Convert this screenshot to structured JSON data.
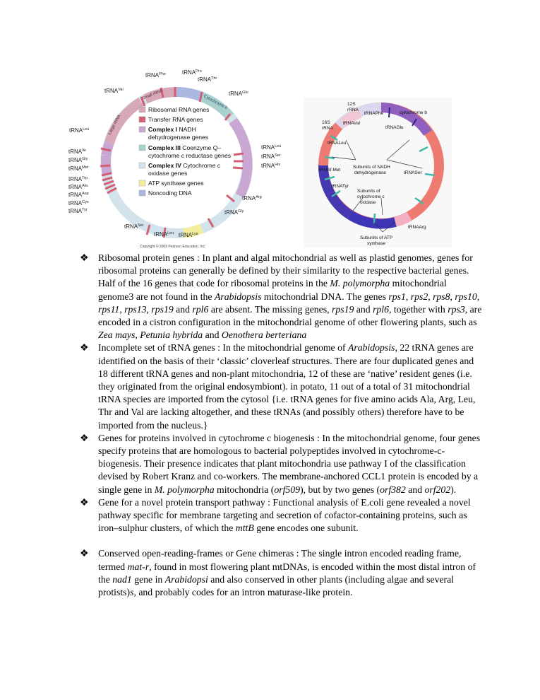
{
  "figure_left": {
    "trna_labels": [
      "tRNA",
      "tRNA",
      "tRNA",
      "tRNA",
      "tRNA",
      "tRNA",
      "tRNA",
      "tRNA",
      "tRNA",
      "tRNA",
      "tRNA",
      "tRNA",
      "tRNA",
      "tRNA",
      "tRNA",
      "tRNA",
      "tRNA",
      "tRNA",
      "tRNA",
      "tRNA",
      "tRNA",
      "tRNA"
    ],
    "trna_superscripts": [
      "Phe",
      "Pro",
      "Thr",
      "Val",
      "Glu",
      "Leu",
      "Leu",
      "Ile",
      "Ser",
      "Gly",
      "Met",
      "His",
      "Trp",
      "Ala",
      "Asp",
      "Arg",
      "Cys",
      "Tyr",
      "Gly",
      "Ser",
      "Leu",
      "Lys"
    ],
    "ring_labels": {
      "small": "Small rRNA",
      "large": "Large rRNA",
      "cytb": "Cytochrome b"
    },
    "legend": [
      {
        "swatch": "#d7a8b8",
        "lines": [
          "Ribosomal RNA genes"
        ]
      },
      {
        "swatch": "#d35f72",
        "lines": [
          "Transfer RNA genes"
        ]
      },
      {
        "swatch": "#c9a7d3",
        "bold": "Complex I",
        "lines": [
          " NADH",
          "dehydrogenase genes"
        ]
      },
      {
        "swatch": "#a8d1cd",
        "bold": "Complex III",
        "lines": [
          " Coenzyme Q–",
          "cytochrome c reductase genes"
        ]
      },
      {
        "swatch": "#d3e3ec",
        "bold": "Complex IV",
        "lines": [
          " Cytochrome c",
          "oxidase genes"
        ]
      },
      {
        "swatch": "#f3ee9e",
        "lines": [
          "ATP synthase genes"
        ]
      },
      {
        "swatch": "#aab8e0",
        "lines": [
          "Noncoding DNA"
        ]
      }
    ],
    "copyright": "Copyright © 2009 Pearson Education, Inc."
  },
  "figure_right": {
    "labels": {
      "r12s": "12S",
      "rna_a": "rRNA",
      "r16s": "16S",
      "rna_b": "rRNA",
      "phe": "tRNAPhe",
      "val": "tRNAVal",
      "glu": "tRNAGlu",
      "cytb": "cytochrome b",
      "leu": "tRNALeu",
      "met": "tRNAf-Met",
      "nadh_1": "Subunits of NADH",
      "nadh_2": "dehydrogenase",
      "ser": "tRNASer",
      "tyr": "tRNATyr",
      "cox_1": "Subunits of",
      "cox_2": "cytochrome c",
      "cox_3": "oxidase",
      "arg": "tRNAArg",
      "atp_1": "Subunits of ATP",
      "atp_2": "synthase"
    }
  },
  "bullets": [
    {
      "parts": [
        {
          "t": "Ribosomal protein genes :  In plant and algal mitochondrial as well as plastid genomes, genes for ribosomal proteins can generally be defined by their similarity to the respective bacterial genes. Half of the 16 genes that code for ribosomal proteins in the "
        },
        {
          "t": "M. polymorpha",
          "i": true
        },
        {
          "t": " mitochondrial genome3 are not found in the "
        },
        {
          "t": "Arabidopsis",
          "i": true
        },
        {
          "t": " mitochondrial DNA. The genes "
        },
        {
          "t": "rps1",
          "i": true
        },
        {
          "t": ", "
        },
        {
          "t": "rps2",
          "i": true
        },
        {
          "t": ", "
        },
        {
          "t": "rps8",
          "i": true
        },
        {
          "t": ", "
        },
        {
          "t": "rps10",
          "i": true
        },
        {
          "t": ", "
        },
        {
          "t": "rps11",
          "i": true
        },
        {
          "t": ", "
        },
        {
          "t": "rps13",
          "i": true
        },
        {
          "t": ", "
        },
        {
          "t": "rps19",
          "i": true
        },
        {
          "t": " and "
        },
        {
          "t": "rpl6",
          "i": true
        },
        {
          "t": " are absent. The missing genes, "
        },
        {
          "t": "rps19",
          "i": true
        },
        {
          "t": " and "
        },
        {
          "t": "rpl6",
          "i": true
        },
        {
          "t": ", together with "
        },
        {
          "t": "rps3",
          "i": true
        },
        {
          "t": ", are encoded in a cistron configuration in the mitochondrial genome of other flowering plants, such as "
        },
        {
          "t": "Zea mays",
          "i": true
        },
        {
          "t": ", "
        },
        {
          "t": "Petunia hybrida",
          "i": true
        },
        {
          "t": " and "
        },
        {
          "t": "Oenothera berteriana",
          "i": true
        }
      ]
    },
    {
      "parts": [
        {
          "t": "Incomplete set of tRNA genes :  In the mitochondrial genome of "
        },
        {
          "t": "Arabidopsis",
          "i": true
        },
        {
          "t": ", 22 tRNA genes are identified on the basis of their ‘classic’ cloverleaf structures. There are four duplicated genes and 18 different tRNA genes and non-plant mitochondria, 12 of these are ‘native’ resident genes (i.e. they originated from the original endosymbiont). in potato, 11 out of a total of 31 mitochondrial tRNA species are imported from the cytosol {i.e. tRNA genes for five amino acids Ala, Arg, Leu, Thr and Val are lacking altogether, and these tRNAs (and possibly others) therefore have to be imported from the nucleus.}"
        }
      ]
    },
    {
      "parts": [
        {
          "t": "Genes for proteins involved in cytochrome c biogenesis :  In the mitochondrial genome, four genes specify proteins that are homologous to bacterial polypeptides involved in cytochrome-c-biogenesis. Their presence indicates that plant mitochondria use pathway I of the classification devised by Robert Kranz and co-workers. The membrane-anchored CCL1 protein is encoded by a single gene in "
        },
        {
          "t": "M. polymorpha",
          "i": true
        },
        {
          "t": " mitochondria ("
        },
        {
          "t": "orf509",
          "i": true
        },
        {
          "t": "), but by two genes ("
        },
        {
          "t": "orf382",
          "i": true
        },
        {
          "t": " and "
        },
        {
          "t": "orf202",
          "i": true
        },
        {
          "t": ")."
        }
      ]
    },
    {
      "parts": [
        {
          "t": "Gene for a novel protein transport pathway :    Functional analysis of  E.coli  gene revealed a novel pathway specific for membrane targeting and secretion of cofactor-containing proteins, such as iron–sulphur clusters, of which the "
        },
        {
          "t": "mttB",
          "i": true
        },
        {
          "t": " gene encodes one subunit."
        }
      ]
    },
    {
      "gap": true,
      "parts": [
        {
          "t": "Conserved open-reading-frames or Gene chimeras :  The single intron encoded reading frame, termed "
        },
        {
          "t": "mat-r",
          "i": true
        },
        {
          "t": ", found in most flowering plant mtDNAs, is encoded within the most distal intron of the "
        },
        {
          "t": "nad1",
          "i": true
        },
        {
          "t": " gene in "
        },
        {
          "t": "Arabidopsi",
          "i": true
        },
        {
          "t": " and also conserved in other plants (including algae and several protists)"
        },
        {
          "t": "s",
          "i": true
        },
        {
          "t": ", and probably codes for an intron maturase-like protein."
        }
      ]
    }
  ],
  "bullet_marker": "❖"
}
